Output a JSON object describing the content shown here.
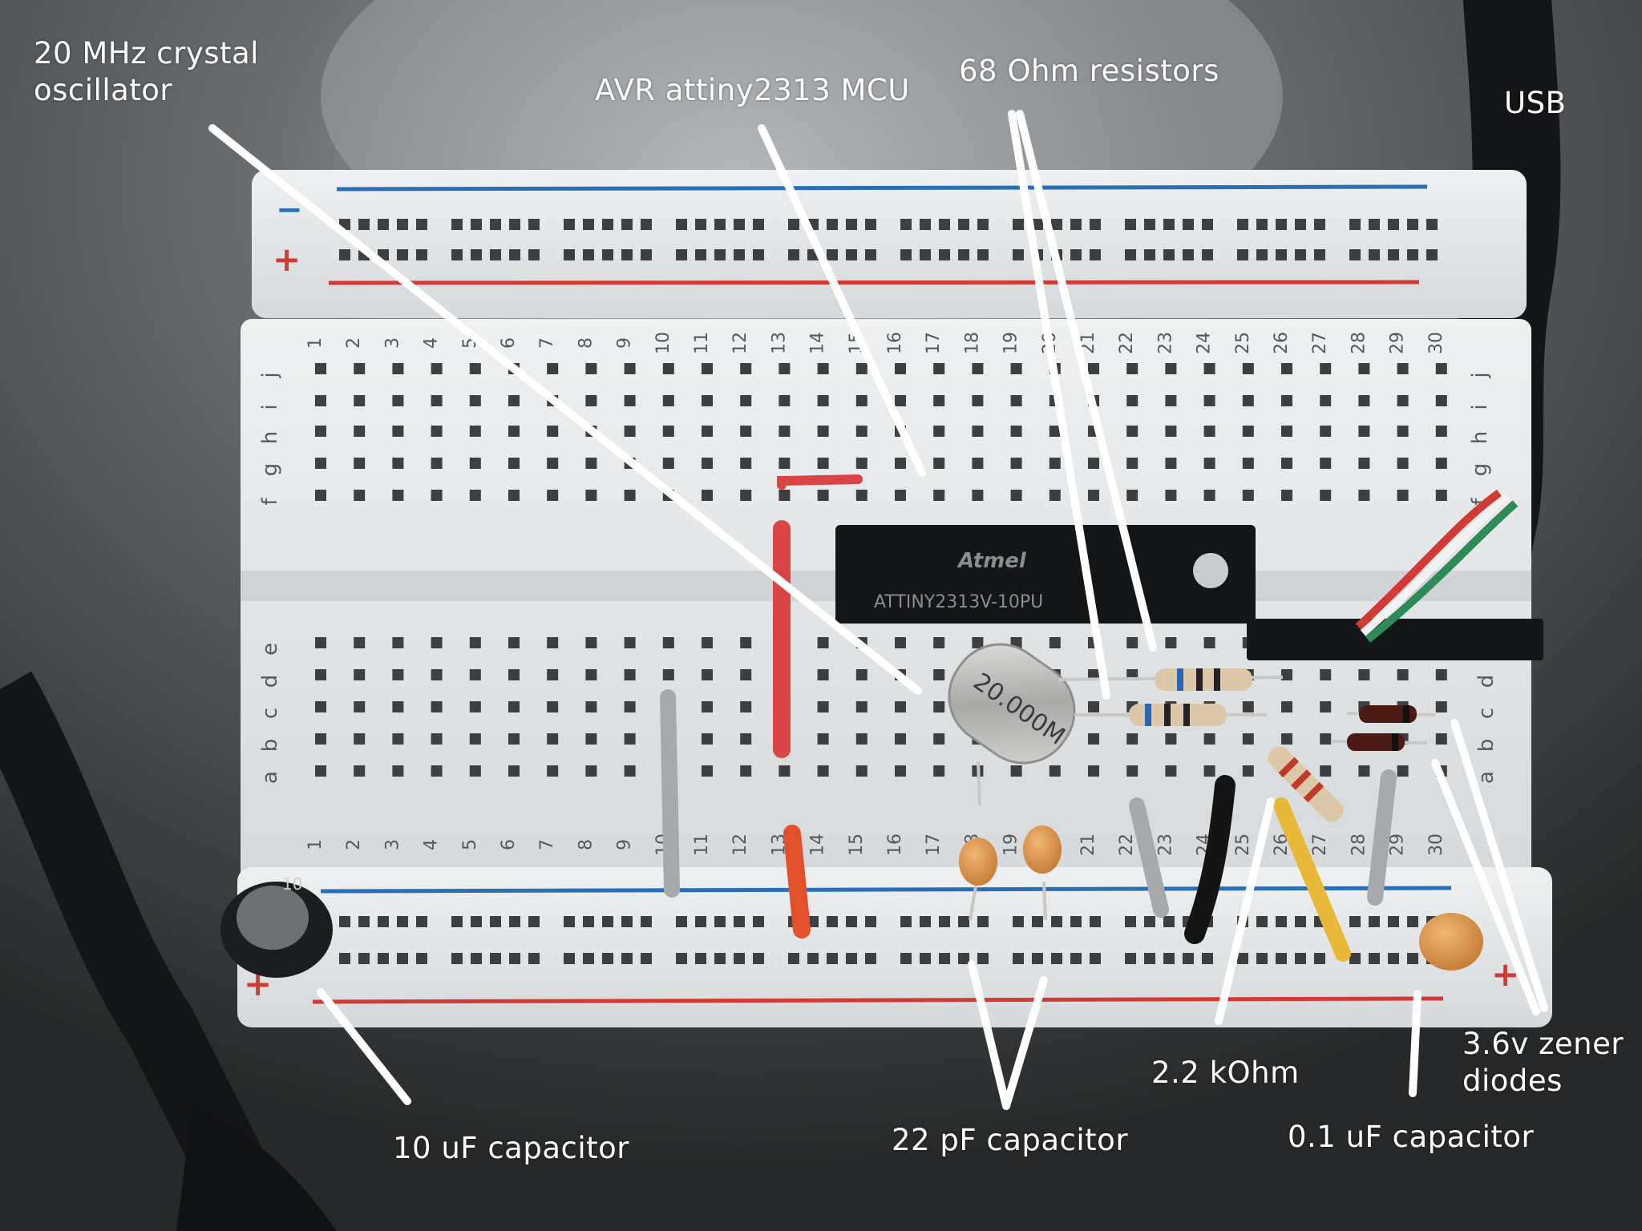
{
  "image": {
    "subject": "Breadboard circuit",
    "colors": {
      "background": "#2b2d2f",
      "breadboard": "#e4e6e7",
      "rail_red": "#d23a36",
      "rail_blue": "#2a6fb6",
      "callout": "#ffffff"
    }
  },
  "breadboard": {
    "column_numbers": [
      "1",
      "2",
      "3",
      "4",
      "5",
      "6",
      "7",
      "8",
      "9",
      "10",
      "11",
      "12",
      "13",
      "14",
      "15",
      "16",
      "17",
      "18",
      "19",
      "20",
      "21",
      "22",
      "23",
      "24",
      "25",
      "26",
      "27",
      "28",
      "29",
      "30"
    ],
    "row_letters_top": [
      "j",
      "i",
      "h",
      "g",
      "f"
    ],
    "row_letters_bottom": [
      "e",
      "d",
      "c",
      "b",
      "a"
    ],
    "rail_symbols": {
      "plus": "+",
      "minus": "−"
    }
  },
  "chip": {
    "brand": "Atmel",
    "marking": "ATTINY2313V-10PU"
  },
  "crystal": {
    "marking": "20.000M"
  },
  "electrolytic": {
    "marking": "10"
  },
  "labels": {
    "crystal": "20 MHz crystal\noscillator",
    "mcu": "AVR attiny2313 MCU",
    "resistors68": "68 Ohm resistors",
    "usb": "USB",
    "cap10uf": "10 uF capacitor",
    "cap22pf": "22 pF capacitor",
    "resistor22k": "2.2 kOhm",
    "cap01uf": "0.1 uF capacitor",
    "zener": "3.6v zener\ndiodes"
  }
}
